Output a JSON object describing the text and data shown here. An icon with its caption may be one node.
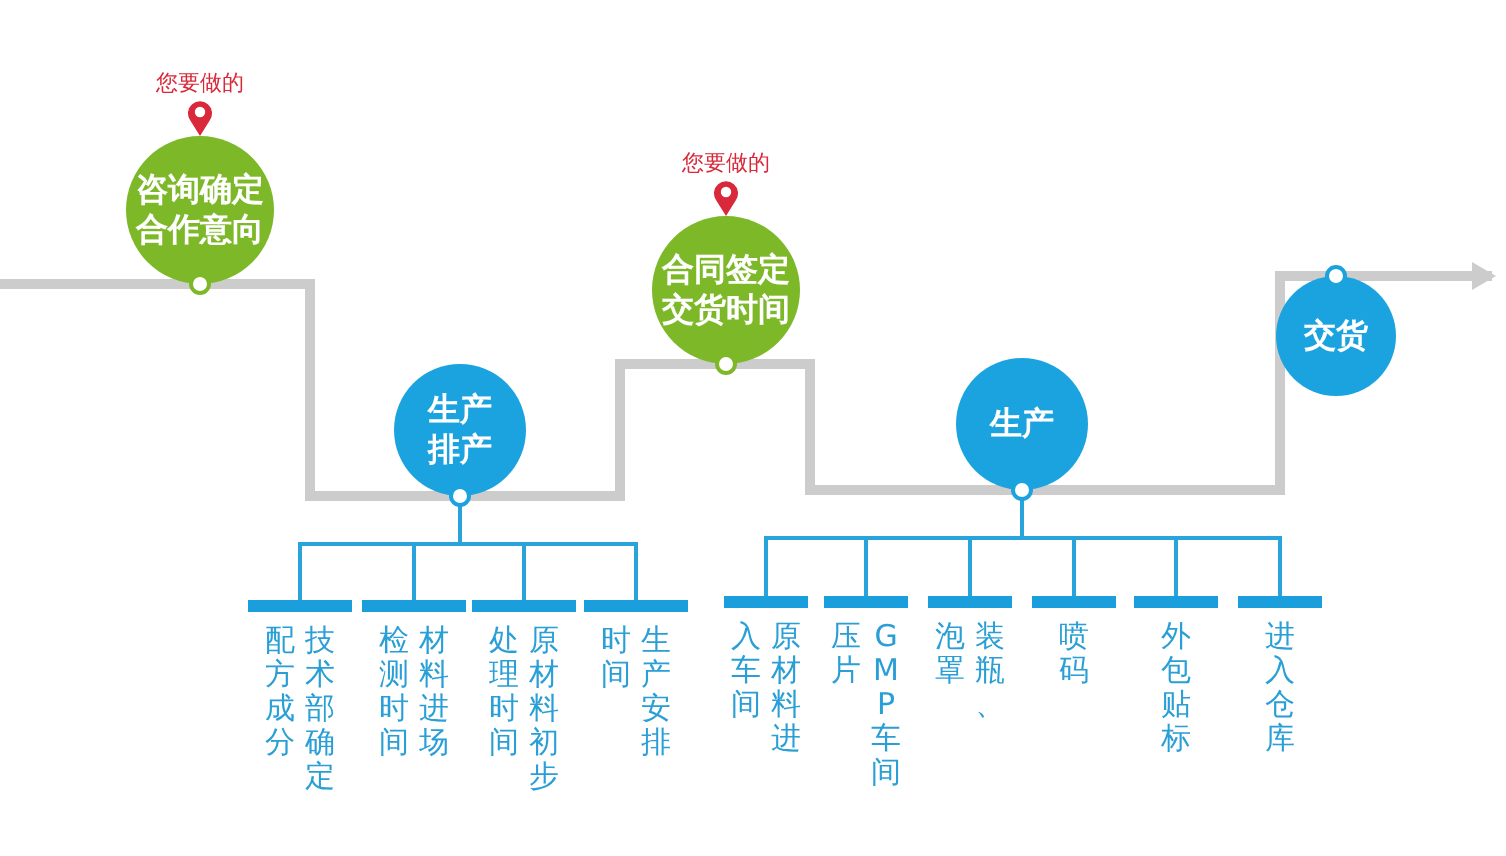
{
  "diagram": {
    "nodes": [
      {
        "text": [
          "咨询确定合作意向"
        ],
        "beside": [
          "您要做的"
        ]
      },
      {
        "text": [
          "生产排产"
        ]
      },
      {
        "text": [
          "合同签定交货时间"
        ],
        "beside": [
          "您要做的"
        ]
      },
      {
        "text": [
          "生产"
        ]
      },
      {
        "text": [
          "交货"
        ]
      },
      {
        "text": [
          "技术部确定配方成分"
        ]
      },
      {
        "text": [
          "材料进场检测时间"
        ]
      },
      {
        "text": [
          "原材料初步处理时间"
        ]
      },
      {
        "text": [
          "生产安排时间"
        ]
      },
      {
        "text": [
          "原材料进入车间"
        ]
      },
      {
        "text": [
          "GMP车间压片"
        ]
      },
      {
        "text": [
          "装瓶、泡罩"
        ]
      },
      {
        "text": [
          "喷码"
        ]
      },
      {
        "text": [
          "外包贴标"
        ]
      },
      {
        "text": [
          "进入仓库"
        ]
      }
    ],
    "edges": [
      {
        "from": null,
        "to": 0,
        "arrow": "none",
        "style": "thick",
        "color": "#cccccc"
      },
      {
        "from": 0,
        "to": 1,
        "arrow": "none",
        "style": "thick",
        "color": "#cccccc"
      },
      {
        "from": 1,
        "to": 2,
        "arrow": "none",
        "style": "thick",
        "color": "#cccccc"
      },
      {
        "from": 2,
        "to": 3,
        "arrow": "none",
        "style": "thick",
        "color": "#cccccc"
      },
      {
        "from": 3,
        "to": 4,
        "arrow": "none",
        "style": "thick",
        "color": "#cccccc"
      },
      {
        "from": 4,
        "to": null,
        "arrow": "to",
        "style": "thick",
        "color": "#cccccc"
      },
      {
        "from": 1,
        "to": 5,
        "arrow": "none"
      },
      {
        "from": 1,
        "to": 6,
        "arrow": "none"
      },
      {
        "from": 1,
        "to": 7,
        "arrow": "none"
      },
      {
        "from": 1,
        "to": 8,
        "arrow": "none"
      },
      {
        "from": 3,
        "to": 9,
        "arrow": "none"
      },
      {
        "from": 3,
        "to": 10,
        "arrow": "none"
      },
      {
        "from": 3,
        "to": 11,
        "arrow": "none"
      },
      {
        "from": 3,
        "to": 12,
        "arrow": "none"
      },
      {
        "from": 3,
        "to": 13,
        "arrow": "none"
      },
      {
        "from": 3,
        "to": 14,
        "arrow": "none"
      }
    ]
  }
}
